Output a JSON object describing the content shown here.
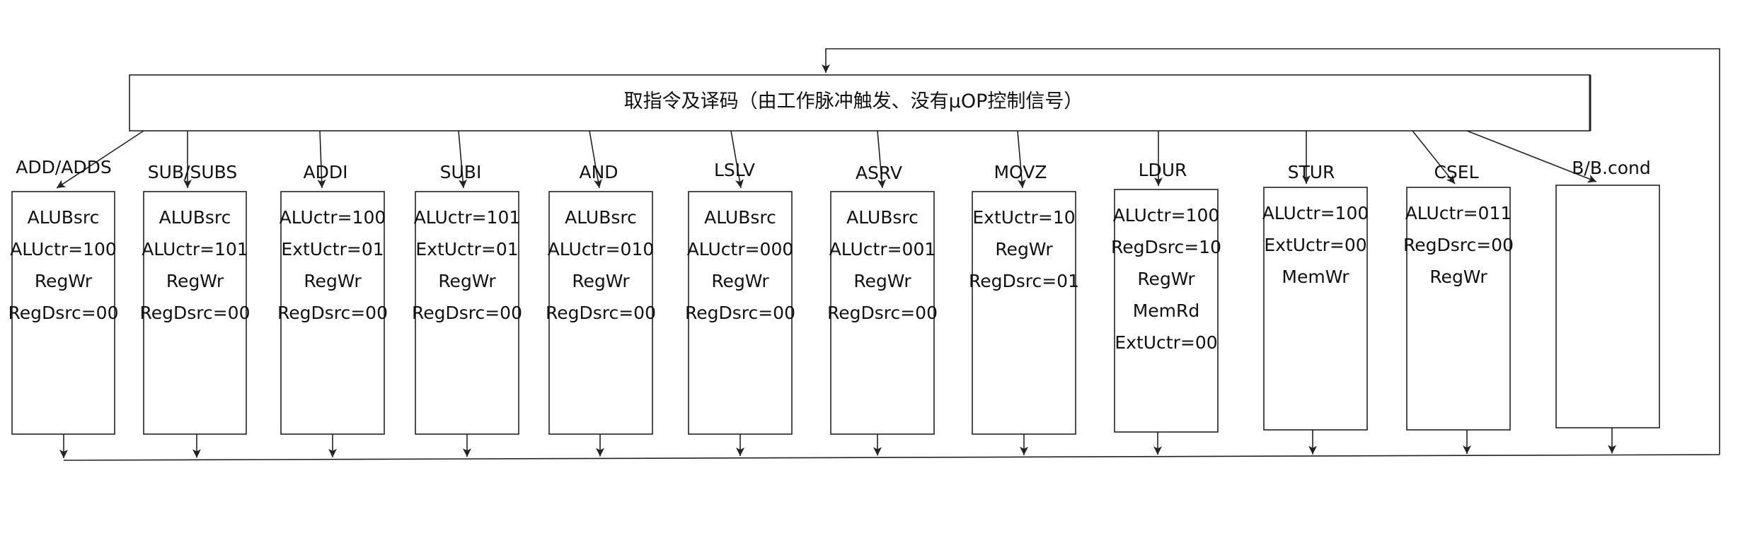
{
  "header": {
    "title": "取指令及译码（由工作脉冲触发、没有μOP控制信号）"
  },
  "states": [
    {
      "name": "ADD/ADDS",
      "signals": [
        "ALUBsrc",
        "ALUctr=100",
        "RegWr",
        "RegDsrc=00"
      ]
    },
    {
      "name": "SUB/SUBS",
      "signals": [
        "ALUBsrc",
        "ALUctr=101",
        "RegWr",
        "RegDsrc=00"
      ]
    },
    {
      "name": "ADDI",
      "signals": [
        "ALUctr=100",
        "ExtUctr=01",
        "RegWr",
        "RegDsrc=00"
      ]
    },
    {
      "name": "SUBI",
      "signals": [
        "ALUctr=101",
        "ExtUctr=01",
        "RegWr",
        "RegDsrc=00"
      ]
    },
    {
      "name": "AND",
      "signals": [
        "ALUBsrc",
        "ALUctr=010",
        "RegWr",
        "RegDsrc=00"
      ]
    },
    {
      "name": "LSLV",
      "signals": [
        "ALUBsrc",
        "ALUctr=000",
        "RegWr",
        "RegDsrc=00"
      ]
    },
    {
      "name": "ASRV",
      "signals": [
        "ALUBsrc",
        "ALUctr=001",
        "RegWr",
        "RegDsrc=00"
      ]
    },
    {
      "name": "MOVZ",
      "signals": [
        "ExtUctr=10",
        "RegWr",
        "RegDsrc=01"
      ]
    },
    {
      "name": "LDUR",
      "signals": [
        "ALUctr=100",
        "RegDsrc=10",
        "RegWr",
        "MemRd",
        "ExtUctr=00"
      ]
    },
    {
      "name": "STUR",
      "signals": [
        "ALUctr=100",
        "ExtUctr=00",
        "MemWr"
      ]
    },
    {
      "name": "CSEL",
      "signals": [
        "ALUctr=011",
        "RegDsrc=00",
        "RegWr"
      ]
    },
    {
      "name": "B/B.cond",
      "signals": []
    }
  ]
}
